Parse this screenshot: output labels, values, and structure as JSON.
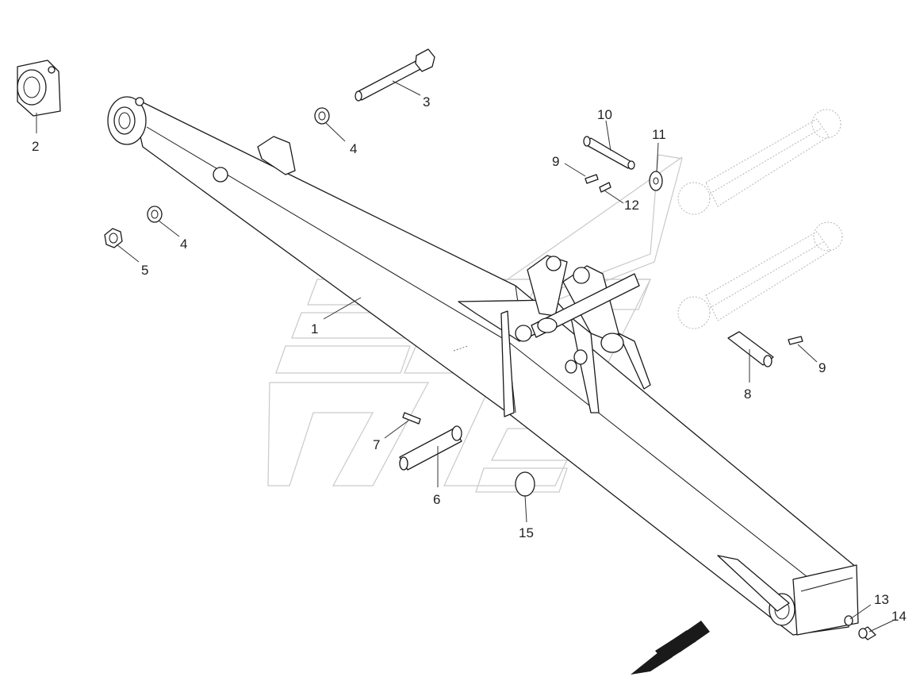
{
  "callouts": [
    {
      "id": "1",
      "text": "1"
    },
    {
      "id": "2",
      "text": "2"
    },
    {
      "id": "3",
      "text": "3"
    },
    {
      "id": "4a",
      "text": "4"
    },
    {
      "id": "4b",
      "text": "4"
    },
    {
      "id": "5",
      "text": "5"
    },
    {
      "id": "6",
      "text": "6"
    },
    {
      "id": "7",
      "text": "7"
    },
    {
      "id": "8",
      "text": "8"
    },
    {
      "id": "9a",
      "text": "9"
    },
    {
      "id": "9b",
      "text": "9"
    },
    {
      "id": "10",
      "text": "10"
    },
    {
      "id": "11",
      "text": "11"
    },
    {
      "id": "12",
      "text": "12"
    },
    {
      "id": "13",
      "text": "13"
    },
    {
      "id": "14",
      "text": "14"
    },
    {
      "id": "15",
      "text": "15"
    }
  ],
  "colors": {
    "line": "#1a1a1a",
    "watermark": "#c9c9c9",
    "arrow": "#1a1a1a"
  },
  "icons": {
    "direction": "direction-arrow-icon"
  }
}
